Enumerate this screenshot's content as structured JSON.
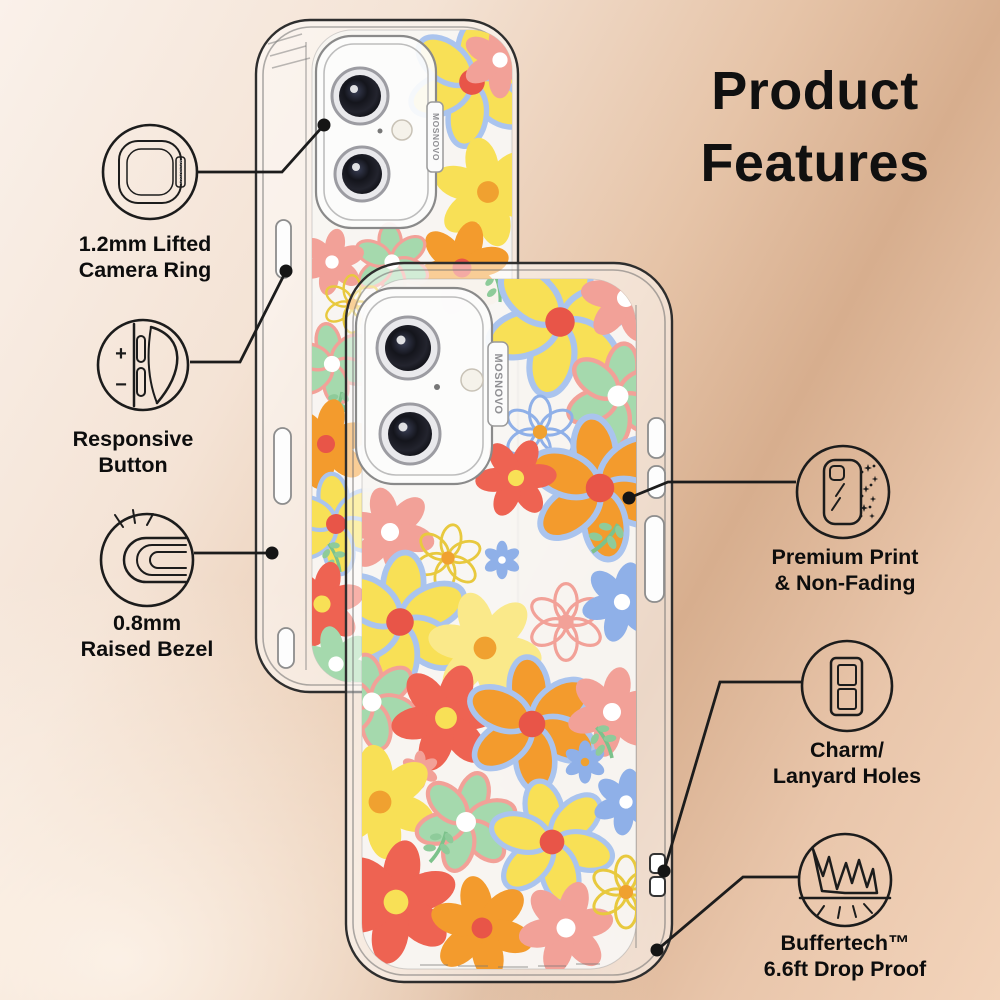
{
  "title": {
    "line1": "Product",
    "line2": "Features"
  },
  "brand": "MOSNOVO",
  "features": [
    {
      "id": "lifted-camera-ring",
      "line1": "1.2mm Lifted",
      "line2": "Camera Ring"
    },
    {
      "id": "responsive-button",
      "line1": "Responsive",
      "line2": "Button"
    },
    {
      "id": "raised-bezel",
      "line1": "0.8mm",
      "line2": "Raised Bezel"
    },
    {
      "id": "premium-print",
      "line1": "Premium Print",
      "line2": "& Non-Fading"
    },
    {
      "id": "charm-lanyard-holes",
      "line1": "Charm/",
      "line2": "Lanyard Holes"
    },
    {
      "id": "buffertech-drop-proof",
      "line1": "Buffertech™",
      "line2": "6.6ft Drop Proof"
    }
  ],
  "responsive_button_icon": {
    "plus": "+",
    "minus": "−"
  },
  "palette": {
    "background_light": "#f9efe7",
    "background_tan": "#d9b295",
    "background_peach": "#f0cdb3",
    "line_color": "#1c1c1c",
    "flower_yellow": "#f8e056",
    "flower_orange": "#f39b2d",
    "flower_coral": "#ee6352",
    "flower_salmon": "#f2a198",
    "flower_mint": "#a5d9ad",
    "flower_blue": "#8fb0e8"
  }
}
